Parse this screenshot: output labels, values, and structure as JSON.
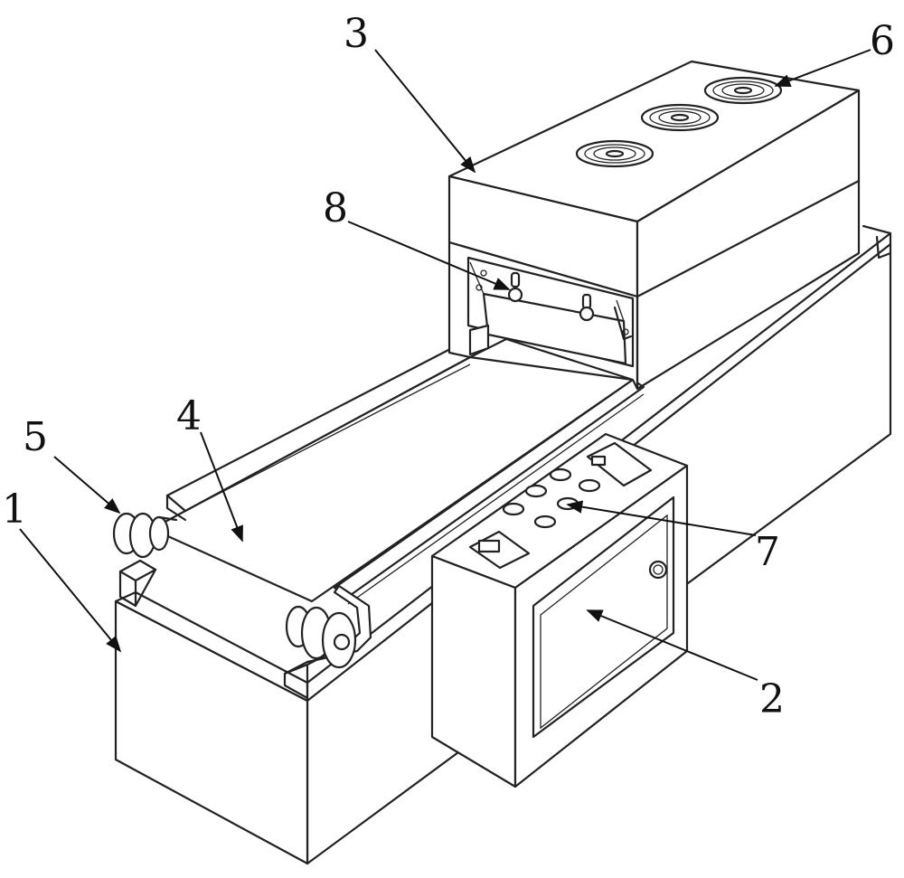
{
  "figure": {
    "labels": [
      {
        "id": "1",
        "text": "1"
      },
      {
        "id": "2",
        "text": "2"
      },
      {
        "id": "3",
        "text": "3"
      },
      {
        "id": "4",
        "text": "4"
      },
      {
        "id": "5",
        "text": "5"
      },
      {
        "id": "6",
        "text": "6"
      },
      {
        "id": "7",
        "text": "7"
      },
      {
        "id": "8",
        "text": "8"
      }
    ]
  }
}
